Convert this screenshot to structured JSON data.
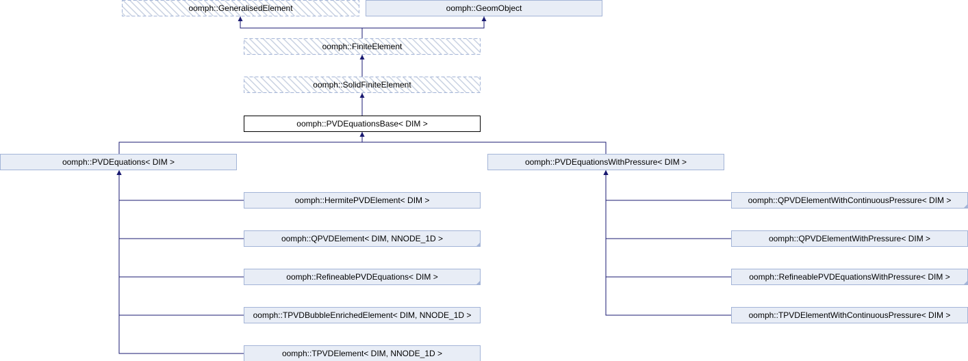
{
  "colors": {
    "node_fill": "#e8edf6",
    "node_stroke": "#a3b4d7",
    "hatch_stroke": "#c9d2e2",
    "current_fill": "#ffffff",
    "current_stroke": "#000000",
    "edge": "#191970"
  },
  "nodes": [
    {
      "id": "generalised_element",
      "label": "oomph::GeneralisedElement",
      "style": "dashed-hatched"
    },
    {
      "id": "geom_object",
      "label": "oomph::GeomObject",
      "style": "normal"
    },
    {
      "id": "finite_element",
      "label": "oomph::FiniteElement",
      "style": "dashed-hatched"
    },
    {
      "id": "solid_finite_element",
      "label": "oomph::SolidFiniteElement",
      "style": "dashed-hatched"
    },
    {
      "id": "pvd_equations_base",
      "label": "oomph::PVDEquationsBase< DIM >",
      "style": "current"
    },
    {
      "id": "pvd_equations",
      "label": "oomph::PVDEquations< DIM >",
      "style": "normal"
    },
    {
      "id": "pvd_equations_with_pressure",
      "label": "oomph::PVDEquationsWithPressure< DIM >",
      "style": "normal"
    },
    {
      "id": "hermite_pvd_element",
      "label": "oomph::HermitePVDElement< DIM >",
      "style": "normal"
    },
    {
      "id": "qpvd_element",
      "label": "oomph::QPVDElement< DIM, NNODE_1D >",
      "style": "truncated"
    },
    {
      "id": "refineable_pvd_equations",
      "label": "oomph::RefineablePVDEquations< DIM >",
      "style": "truncated"
    },
    {
      "id": "tpvd_bubble_enriched_element",
      "label": "oomph::TPVDBubbleEnrichedElement< DIM, NNODE_1D >",
      "style": "normal"
    },
    {
      "id": "tpvd_element",
      "label": "oomph::TPVDElement< DIM, NNODE_1D >",
      "style": "normal"
    },
    {
      "id": "qpvd_element_with_continuous_pressure",
      "label": "oomph::QPVDElementWithContinuousPressure< DIM >",
      "style": "truncated"
    },
    {
      "id": "qpvd_element_with_pressure",
      "label": "oomph::QPVDElementWithPressure< DIM >",
      "style": "normal"
    },
    {
      "id": "refineable_pvd_equations_with_pressure",
      "label": "oomph::RefineablePVDEquationsWithPressure< DIM >",
      "style": "truncated"
    },
    {
      "id": "tpvd_element_with_continuous_pressure",
      "label": "oomph::TPVDElementWithContinuousPressure< DIM >",
      "style": "normal"
    }
  ],
  "edges": [
    {
      "from": "finite_element",
      "to": "generalised_element"
    },
    {
      "from": "finite_element",
      "to": "geom_object"
    },
    {
      "from": "solid_finite_element",
      "to": "finite_element"
    },
    {
      "from": "pvd_equations_base",
      "to": "solid_finite_element"
    },
    {
      "from": "pvd_equations",
      "to": "pvd_equations_base"
    },
    {
      "from": "pvd_equations_with_pressure",
      "to": "pvd_equations_base"
    },
    {
      "from": "hermite_pvd_element",
      "to": "pvd_equations"
    },
    {
      "from": "qpvd_element",
      "to": "pvd_equations"
    },
    {
      "from": "refineable_pvd_equations",
      "to": "pvd_equations"
    },
    {
      "from": "tpvd_bubble_enriched_element",
      "to": "pvd_equations"
    },
    {
      "from": "tpvd_element",
      "to": "pvd_equations"
    },
    {
      "from": "qpvd_element_with_continuous_pressure",
      "to": "pvd_equations_with_pressure"
    },
    {
      "from": "qpvd_element_with_pressure",
      "to": "pvd_equations_with_pressure"
    },
    {
      "from": "refineable_pvd_equations_with_pressure",
      "to": "pvd_equations_with_pressure"
    },
    {
      "from": "tpvd_element_with_continuous_pressure",
      "to": "pvd_equations_with_pressure"
    }
  ]
}
